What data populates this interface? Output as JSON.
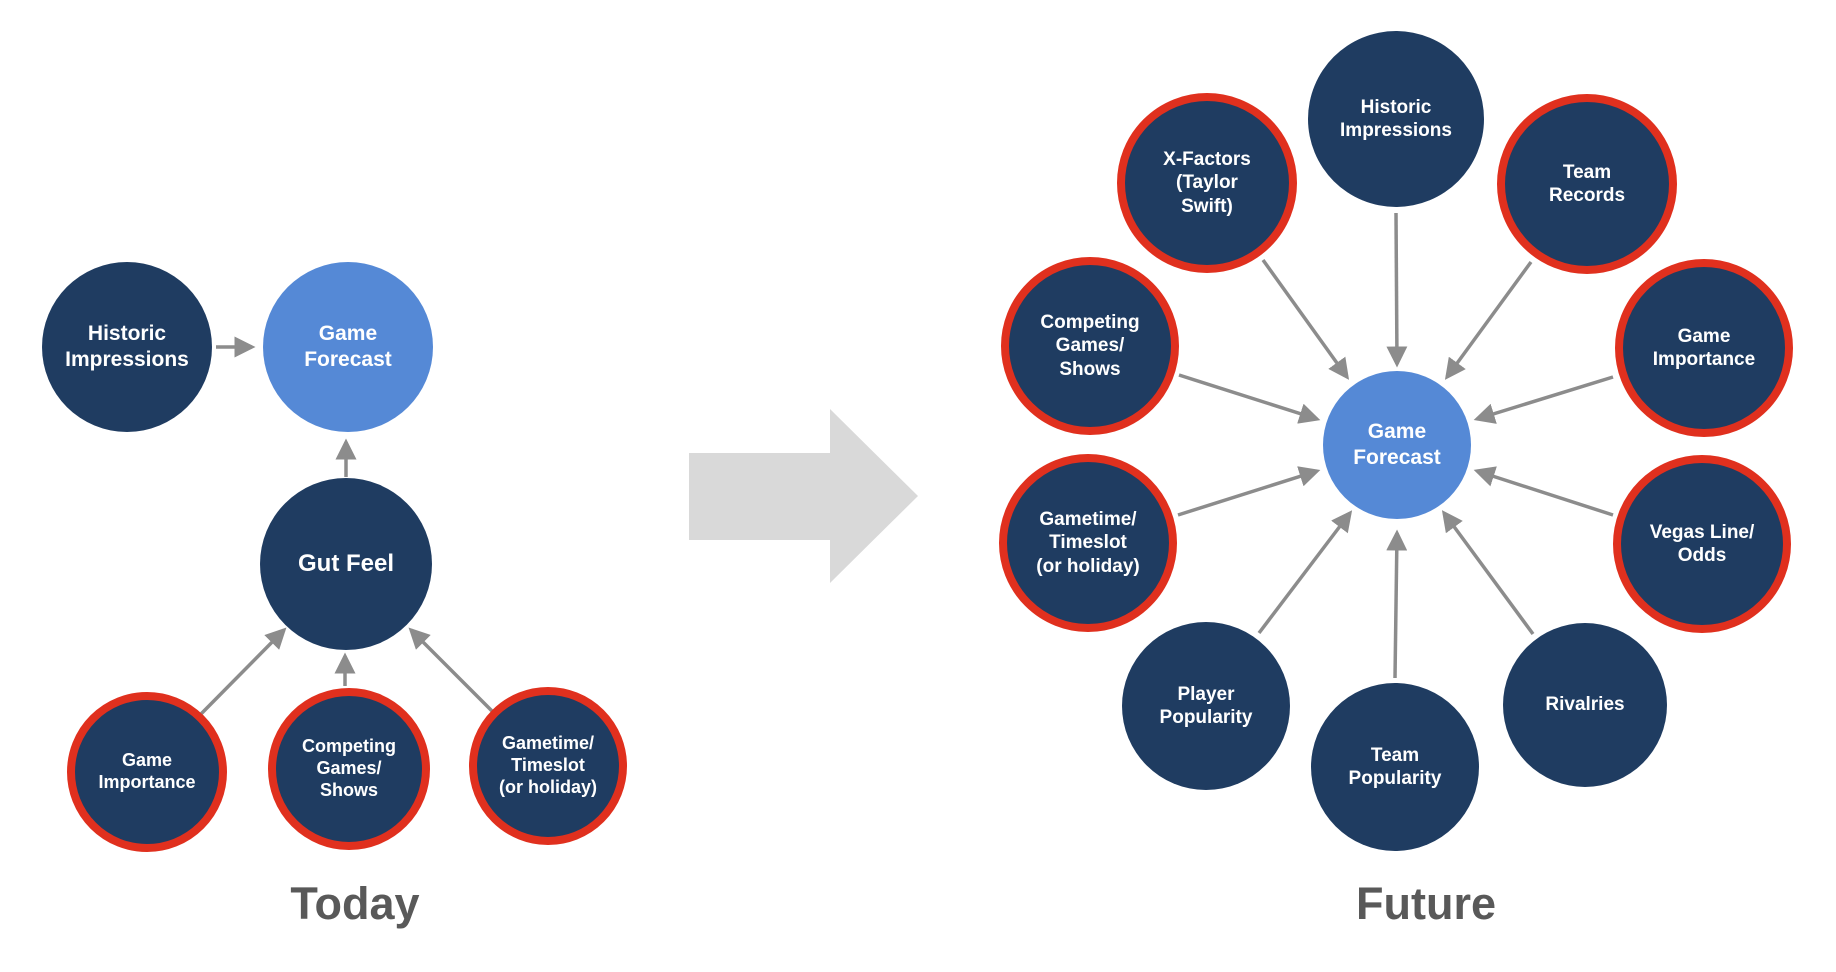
{
  "colors": {
    "node_navy": "#1F3C61",
    "node_light_blue": "#5589D6",
    "highlight_ring_red": "#E0301E",
    "arrow_gray": "#8C8C8C",
    "transition_arrow_gray": "#D9D9D9",
    "label_gray": "#595959"
  },
  "diagram_today": {
    "title": "Today",
    "nodes": {
      "historic_impressions": {
        "label": "Historic\nImpressions"
      },
      "game_forecast": {
        "label": "Game\nForecast"
      },
      "gut_feel": {
        "label": "Gut Feel"
      },
      "game_importance": {
        "label": "Game\nImportance"
      },
      "competing_games_shows": {
        "label": "Competing\nGames/\nShows"
      },
      "gametime_timeslot": {
        "label": "Gametime/\nTimeslot\n(or holiday)"
      }
    }
  },
  "diagram_future": {
    "title": "Future",
    "center_node": {
      "label": "Game\nForecast"
    },
    "nodes": {
      "historic_impressions": {
        "label": "Historic\nImpressions"
      },
      "x_factors": {
        "label": "X-Factors\n(Taylor\nSwift)"
      },
      "team_records": {
        "label": "Team\nRecords"
      },
      "competing_games_shows": {
        "label": "Competing\nGames/\nShows"
      },
      "game_importance": {
        "label": "Game\nImportance"
      },
      "gametime_timeslot": {
        "label": "Gametime/\nTimeslot\n(or holiday)"
      },
      "vegas_line_odds": {
        "label": "Vegas Line/\nOdds"
      },
      "player_popularity": {
        "label": "Player\nPopularity"
      },
      "team_popularity": {
        "label": "Team\nPopularity"
      },
      "rivalries": {
        "label": "Rivalries"
      }
    }
  }
}
